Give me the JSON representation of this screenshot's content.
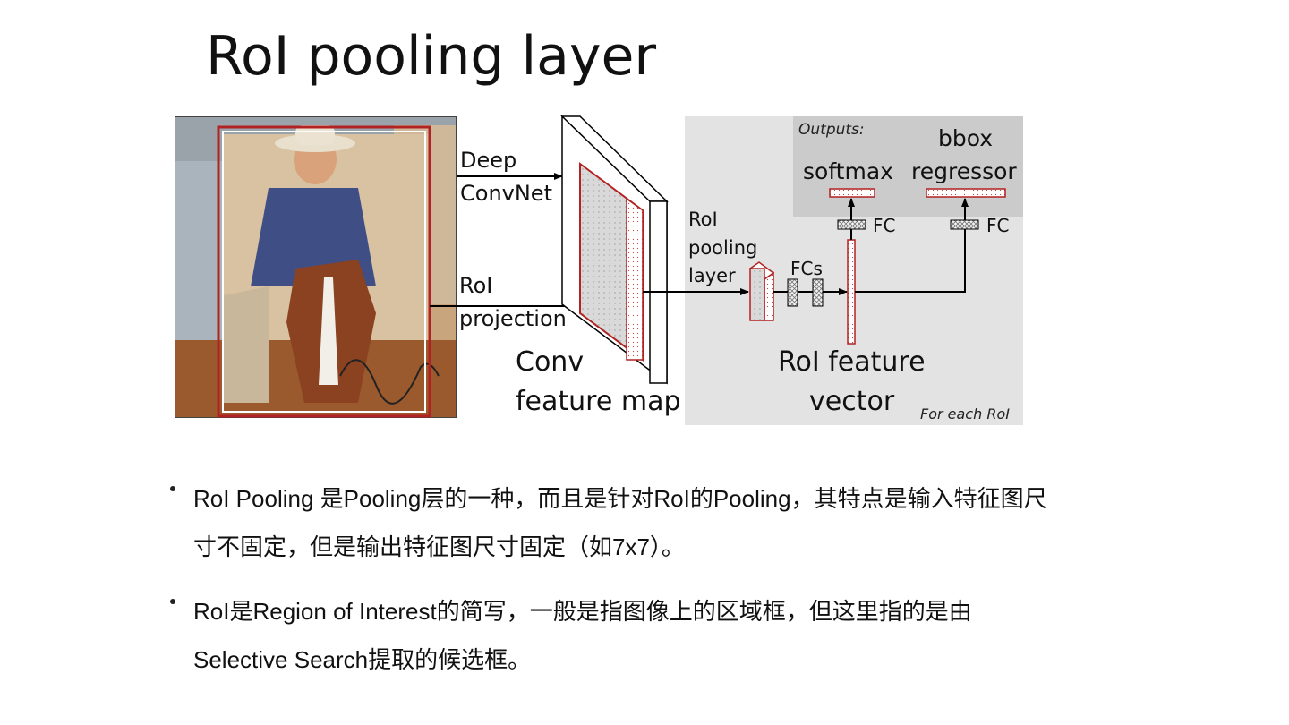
{
  "slide": {
    "title": "RoI pooling layer"
  },
  "diagram": {
    "arrow_labels": {
      "deep_convnet": [
        "Deep",
        "ConvNet"
      ],
      "roi_projection": [
        "RoI",
        "projection"
      ]
    },
    "conv_feature_map_label": [
      "Conv",
      "feature map"
    ],
    "roi_pooling_layer_label": [
      "RoI",
      "pooling",
      "layer"
    ],
    "fcs_label": "FCs",
    "outputs_caption": "Outputs:",
    "softmax_label": "softmax",
    "bbox_regressor_label": [
      "bbox",
      "regressor"
    ],
    "fc_labels": [
      "FC",
      "FC"
    ],
    "roi_feature_vector_label": [
      "RoI feature",
      "vector"
    ],
    "for_each_roi_caption": "For each RoI",
    "colors": {
      "roi_red": "#b22222",
      "panel_gray": "#e3e3e3",
      "outputs_gray": "#cbcbcb",
      "hatch": "#888888"
    }
  },
  "bullets": [
    "RoI Pooling 是Pooling层的一种，而且是针对RoI的Pooling，其特点是输入特征图尺寸不固定，但是输出特征图尺寸固定（如7x7）。",
    "RoI是Region of Interest的简写，一般是指图像上的区域框，但这里指的是由Selective Search提取的候选框。"
  ]
}
